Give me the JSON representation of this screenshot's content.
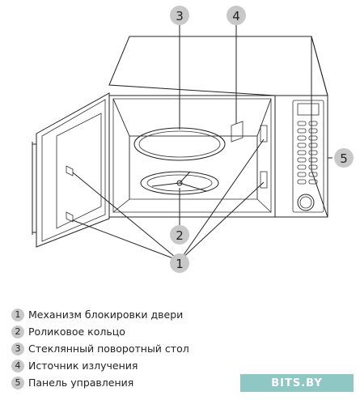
{
  "callouts": [
    "1",
    "2",
    "3",
    "4",
    "5"
  ],
  "legend": [
    {
      "num": "1",
      "text": "Механизм блокировки двери"
    },
    {
      "num": "2",
      "text": "Роликовое кольцо"
    },
    {
      "num": "3",
      "text": "Стеклянный поворотный стол"
    },
    {
      "num": "4",
      "text": "Источник излучения"
    },
    {
      "num": "5",
      "text": "Панель управления"
    }
  ],
  "watermark": "BITS.BY",
  "colors": {
    "callout": "#c8c8c8",
    "watermark": "#8fc7c5",
    "line": "#222222"
  }
}
